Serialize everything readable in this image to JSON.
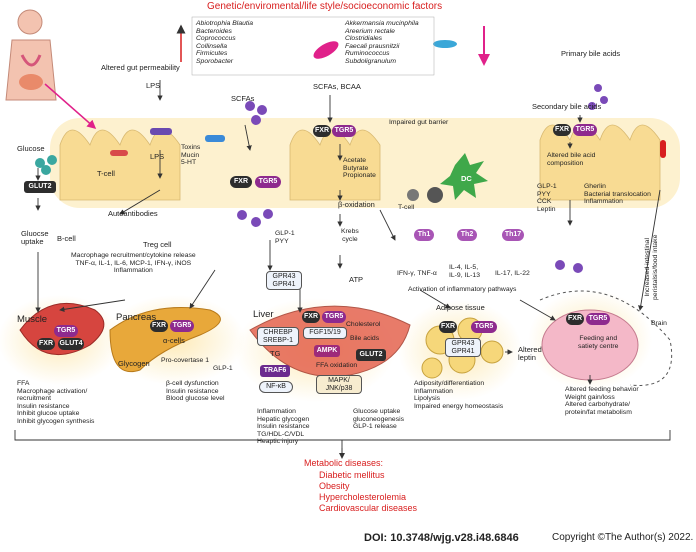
{
  "header": {
    "factors": "Genetic/enviromental/life style/socioeconomic factors",
    "increased_bacteria": [
      "Abiotrophia Blautia",
      "Bacteroides",
      "Coprococcus",
      "Collinsella",
      "Firmicutes",
      "Sporobacter"
    ],
    "decreased_bacteria": [
      "Akkermansia mucinphila",
      "Areerium rectale",
      "Clostridiales",
      "Faecali prausnitzii",
      "Ruminococcus",
      "Subdoligranulum"
    ]
  },
  "gut": {
    "altered_permeability": "Altered gut permeability",
    "lps_top": "LPS",
    "lps_mid": "LPS",
    "scfas_left": "SCFAs",
    "scfas_bcaa": "SCFAs, BCAA",
    "impaired_barrier": "Impaired gut barrier",
    "primary_bile": "Primary bile acids",
    "secondary_bile": "Secondary bile acids",
    "toxins": "Toxins\nMucin\n5-HT",
    "tcell": "T-cell",
    "glucose": "Glucose",
    "glut2": "GLUT2",
    "acetate": "Acetate\nButyrate\nPropionate",
    "beta_ox": "β-oxidation",
    "krebs": "Krebs\ncycle",
    "atp": "ATP",
    "altered_bile_comp": "Altered bile acid\ncomposition",
    "glp1_list": "GLP-1\nPYY\nCCK\nLeptin",
    "gherlin": "Gherlin\nBacterial translocation\nInflammation"
  },
  "immune": {
    "autoantibodies": "Autoantibodies",
    "bcell": "B-cell",
    "treg": "Treg cell",
    "cytokine": "Macrophage recruitment/cytokine release\nTNF-α, IL-1, IL-6, MCP-1, IFN-γ, iNOS\nInflammation",
    "dc": "DC",
    "tcell2": "T-cell",
    "th1a": "Th1",
    "th2": "Th2",
    "th17": "Th17",
    "th1_out": "IFN-γ, TNF-α",
    "th2_out": "IL-4, IL-5,\nIL-9, IL-13",
    "th17_out": "IL-17, IL-22",
    "activation": "Activation of inflammatory pathways",
    "glucose_uptake": "Gluocse\nuptake",
    "glp1_pyy": "GLP-1\nPYY",
    "gpr43": "GPR43",
    "gpr41": "GPR41"
  },
  "receptors": {
    "fxr": "FXR",
    "tgr5": "TGR5",
    "glut4": "GLUT4"
  },
  "muscle": {
    "title": "Muscle",
    "effects": "FFA\nMacrophage activation/\nrecruitment\nInsulin resistance\nInhibit glucoe uptake\nInhibit glycogen synthesis"
  },
  "pancreas": {
    "title": "Pancreas",
    "alpha": "α-cells",
    "procon": "Pro-covertase 1",
    "glp1": "GLP-1",
    "glycogen": "Glycogen",
    "effects": "β-cell dysfunction\nInsulin resistance\nBlood glucose level"
  },
  "liver": {
    "title": "Liver",
    "chrebp": "CHREBP\nSREBP-1",
    "fgf": "FGF15/19",
    "cholesterol": "Cholesterol",
    "bile_acids": "Bile acids",
    "tg": "TG",
    "traf6": "TRAF6",
    "ampk": "AMPK",
    "glut2": "GLUT2",
    "nfkb": "NF-κB",
    "ffa_ox": "FFA oxidation",
    "mapk": "MAPK/\nJNK/p38",
    "effects_left": "Inflammation\nHepatic glycogen\nInsulin resistance\nTG/HDL-C/VDL\nHeaptic injury",
    "effects_right": "Glucose uptake\ngluconeogenesis\nGLP-1 release"
  },
  "adipose": {
    "title": "Adipose tissue",
    "altered_leptin": "Altered\nleptin",
    "effects": "Adiposity/differentiation\nInflammation\nLipolysis\nImpaired energy homeostasis"
  },
  "brain": {
    "increased_label": "Increased intestinal\nperistalsis/food intake",
    "title": "Brain",
    "center": "Feeding and\nsatiety centre",
    "effects": "Altered feeding behavior\nWeight gain/loss\nAltered carbohydrate/\nprotein/fat metabolism"
  },
  "footer": {
    "metabolic": "Metabolic diseases:",
    "diseases": [
      "Diabetic mellitus",
      "Obesity",
      "Hypercholesterolemia",
      "Cardiovascular diseases"
    ],
    "doi": "DOI: 10.3748/wjg.v28.i48.6846",
    "copyright": "Copyright ©The Author(s) 2022."
  },
  "colors": {
    "red": "#d81e1e",
    "fxr": "#2d2d2d",
    "tgr5": "#8e2a8e",
    "arrow": "#333333",
    "organ_glow": "#fde9b4"
  }
}
